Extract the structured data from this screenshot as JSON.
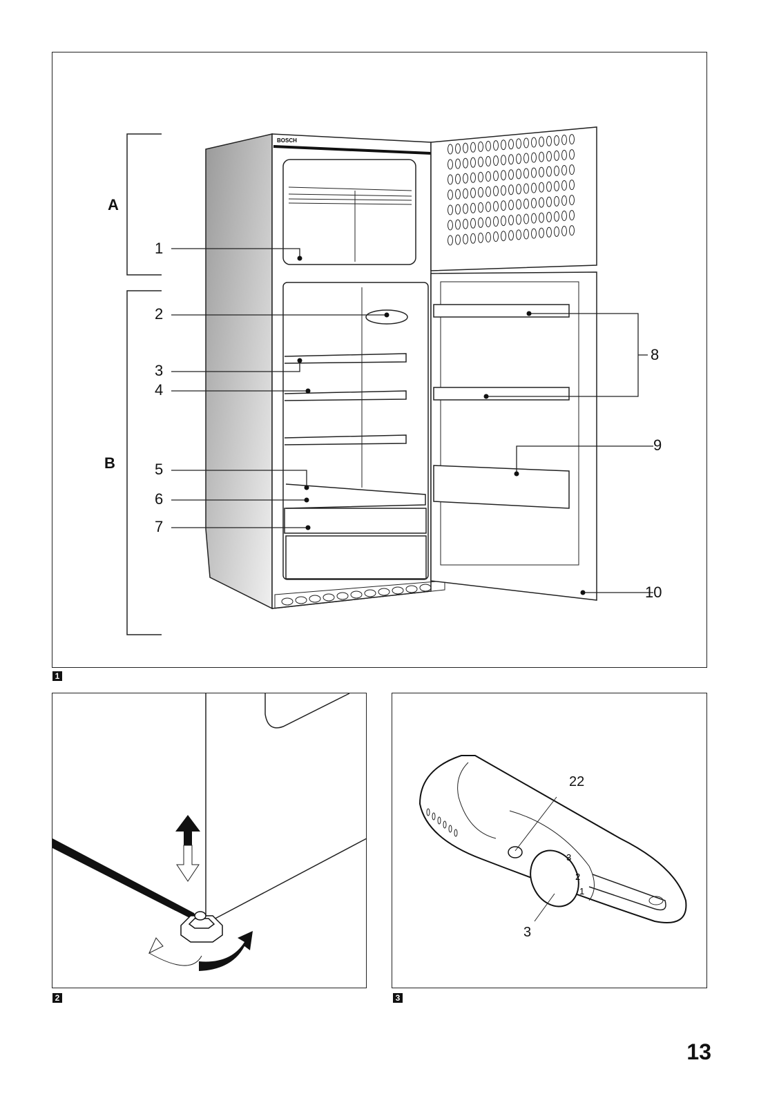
{
  "figures": [
    {
      "number": "1",
      "brand": "BOSCH",
      "sections": [
        {
          "label": "A"
        },
        {
          "label": "B"
        }
      ],
      "callouts": [
        "1",
        "2",
        "3",
        "4",
        "5",
        "6",
        "7",
        "8",
        "9",
        "10"
      ]
    },
    {
      "number": "2"
    },
    {
      "number": "3",
      "callouts": [
        "22",
        "3"
      ],
      "dial_marks": [
        "3",
        "2",
        "1"
      ]
    }
  ],
  "page_number": "13"
}
